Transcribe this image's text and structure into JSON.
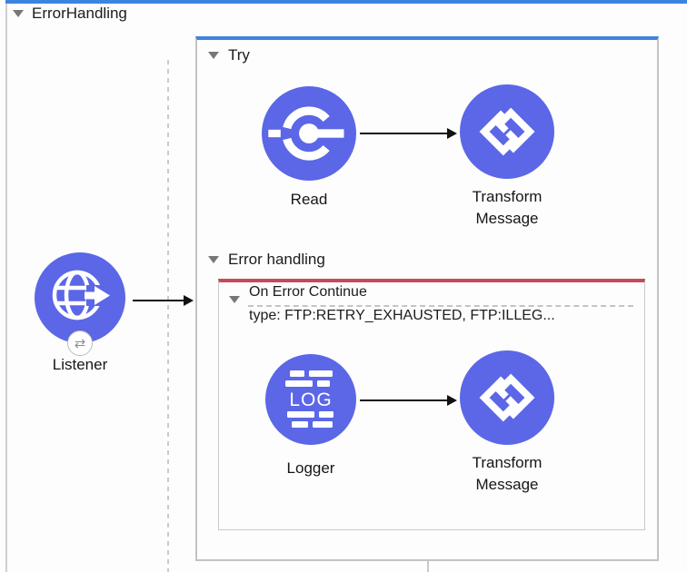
{
  "colors": {
    "accent_blue": "#3d84de",
    "error_red": "#c5495c",
    "node_purple": "#5b67e6",
    "border_gray": "#c3c3c3"
  },
  "flow": {
    "title": "ErrorHandling",
    "source": {
      "label": "Listener",
      "icon": "http-listener-globe-icon",
      "badge_icon": "sync-arrows-icon",
      "badge_glyph": "⇄"
    },
    "try_scope": {
      "label": "Try",
      "components": [
        {
          "label": "Read",
          "icon": "connector-operation-icon"
        },
        {
          "label": "Transform Message",
          "icon": "dataweave-icon"
        }
      ],
      "error_handling": {
        "label": "Error handling",
        "on_error": {
          "title": "On Error Continue",
          "type_line": "type: FTP:RETRY_EXHAUSTED, FTP:ILLEG...",
          "components": [
            {
              "label": "Logger",
              "icon": "logger-icon",
              "icon_text": "LOG"
            },
            {
              "label": "Transform Message",
              "icon": "dataweave-icon"
            }
          ]
        }
      }
    }
  }
}
